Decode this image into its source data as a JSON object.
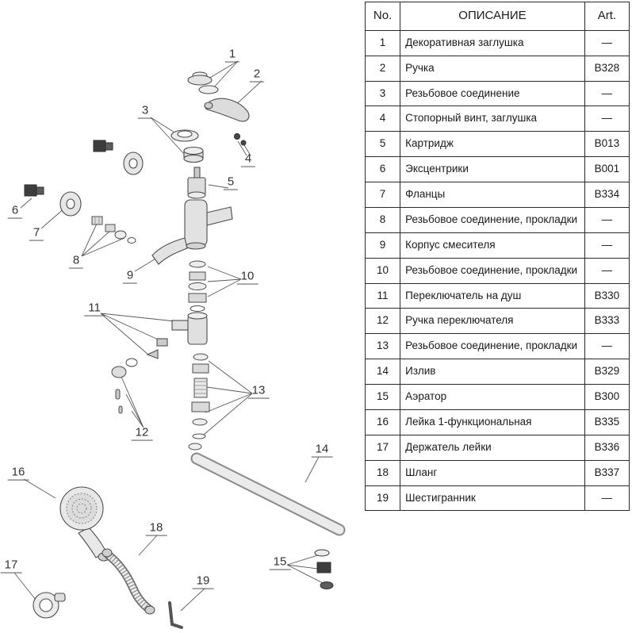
{
  "table": {
    "headers": {
      "no": "No.",
      "description": "ОПИСАНИЕ",
      "art": "Art."
    },
    "rows": [
      {
        "no": "1",
        "description": "Декоративная заглушка",
        "art": "—"
      },
      {
        "no": "2",
        "description": "Ручка",
        "art": "B328"
      },
      {
        "no": "3",
        "description": "Резьбовое соединение",
        "art": "—"
      },
      {
        "no": "4",
        "description": "Стопорный винт, заглушка",
        "art": "—"
      },
      {
        "no": "5",
        "description": "Картридж",
        "art": "B013"
      },
      {
        "no": "6",
        "description": "Эксцентрики",
        "art": "B001"
      },
      {
        "no": "7",
        "description": "Фланцы",
        "art": "B334"
      },
      {
        "no": "8",
        "description": "Резьбовое соединение, прокладки",
        "art": "—"
      },
      {
        "no": "9",
        "description": "Корпус смесителя",
        "art": "—"
      },
      {
        "no": "10",
        "description": "Резьбовое соединение, прокладки",
        "art": "—"
      },
      {
        "no": "11",
        "description": "Переключатель на душ",
        "art": "B330"
      },
      {
        "no": "12",
        "description": "Ручка переключателя",
        "art": "B333"
      },
      {
        "no": "13",
        "description": "Резьбовое соединение, прокладки",
        "art": "—"
      },
      {
        "no": "14",
        "description": "Излив",
        "art": "B329"
      },
      {
        "no": "15",
        "description": "Аэратор",
        "art": "B300"
      },
      {
        "no": "16",
        "description": "Лейка 1-функциональная",
        "art": "B335"
      },
      {
        "no": "17",
        "description": "Держатель лейки",
        "art": "B336"
      },
      {
        "no": "18",
        "description": "Шланг",
        "art": "B337"
      },
      {
        "no": "19",
        "description": "Шестигранник",
        "art": "—"
      }
    ]
  },
  "diagram": {
    "callouts": [
      {
        "label": "1"
      },
      {
        "label": "2"
      },
      {
        "label": "3"
      },
      {
        "label": "4"
      },
      {
        "label": "5"
      },
      {
        "label": "6"
      },
      {
        "label": "7"
      },
      {
        "label": "8"
      },
      {
        "label": "9"
      },
      {
        "label": "10"
      },
      {
        "label": "11"
      },
      {
        "label": "12"
      },
      {
        "label": "13"
      },
      {
        "label": "14"
      },
      {
        "label": "15"
      },
      {
        "label": "16"
      },
      {
        "label": "17"
      },
      {
        "label": "18"
      },
      {
        "label": "19"
      }
    ]
  }
}
